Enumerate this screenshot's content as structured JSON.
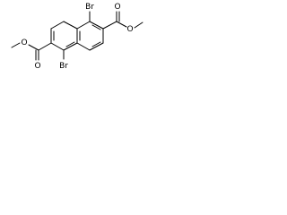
{
  "molecule": {
    "atoms": {
      "br_top": "Br",
      "br_bottom": "Br",
      "o_carbonyl_right": "O",
      "o_ester_right": "O",
      "o_carbonyl_left": "O",
      "o_ester_left": "O"
    },
    "colors": {
      "bond": "#000000",
      "text": "#000000",
      "background": "#ffffff"
    }
  }
}
